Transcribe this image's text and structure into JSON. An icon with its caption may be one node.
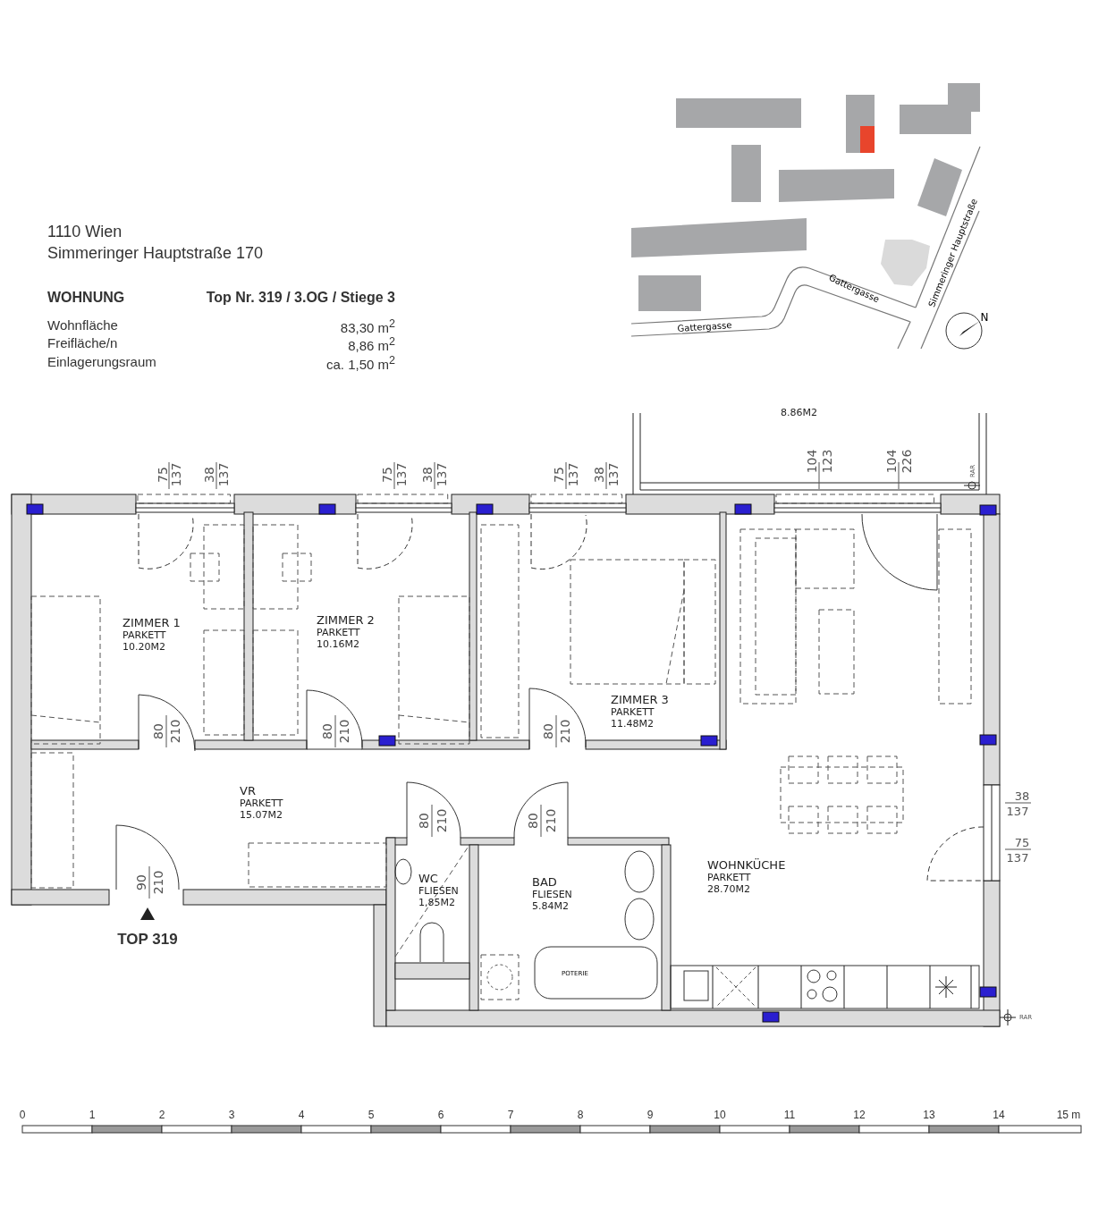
{
  "diagram": {
    "nodes": [
      {
        "text": [
          "8.86M2"
        ]
      },
      {
        "text": [
          "ZIMMER 1",
          "PARKETT",
          "10.20M2"
        ]
      },
      {
        "text": [
          "ZIMMER 2",
          "PARKETT",
          "10.16M2"
        ]
      },
      {
        "text": [
          "ZIMMER 3",
          "PARKETT",
          "11.48M2"
        ]
      },
      {
        "text": [
          "VR",
          "PARKETT",
          "15.07M2"
        ]
      },
      {
        "text": [
          "WC",
          "FLIESEN",
          "1,85M2"
        ]
      },
      {
        "text": [
          "BAD",
          "FLIESEN",
          "5.84M2"
        ]
      },
      {
        "text": [
          "WOHNKÜCHE",
          "PARKETT",
          "28.70M2"
        ]
      }
    ],
    "labels": [
      "1110 Wien",
      "Simmeringer Hauptstraße 170",
      "WOHNUNG",
      "Top Nr. 319 / 3.OG / Stiege 3",
      "Wohnfläche",
      "83,30 m$^{2}$",
      "Freifläche/n",
      "8,86 m$^{2}$",
      "Einlagerungsraum",
      "ca. 1,50 m$^{2}$",
      "Simmeringer Hauptstraße",
      "Gattergasse",
      "N",
      "Gattergasse",
      "75",
      "137",
      "38",
      "137",
      "75",
      "137",
      "38",
      "137",
      "75",
      "137",
      "38",
      "137",
      "104",
      "123",
      "104",
      "226",
      "RAR",
      "80",
      "210",
      "80",
      "210",
      "80",
      "210",
      "38",
      "137",
      "80",
      "210",
      "80",
      "210",
      "75",
      "137",
      "90",
      "210",
      "POTERIE",
      "TOP 319",
      "RAR",
      "0",
      "1",
      "2",
      "3",
      "4",
      "5",
      "6",
      "7",
      "8",
      "9",
      "10",
      "11",
      "12",
      "13",
      "14",
      "15 m"
    ]
  }
}
